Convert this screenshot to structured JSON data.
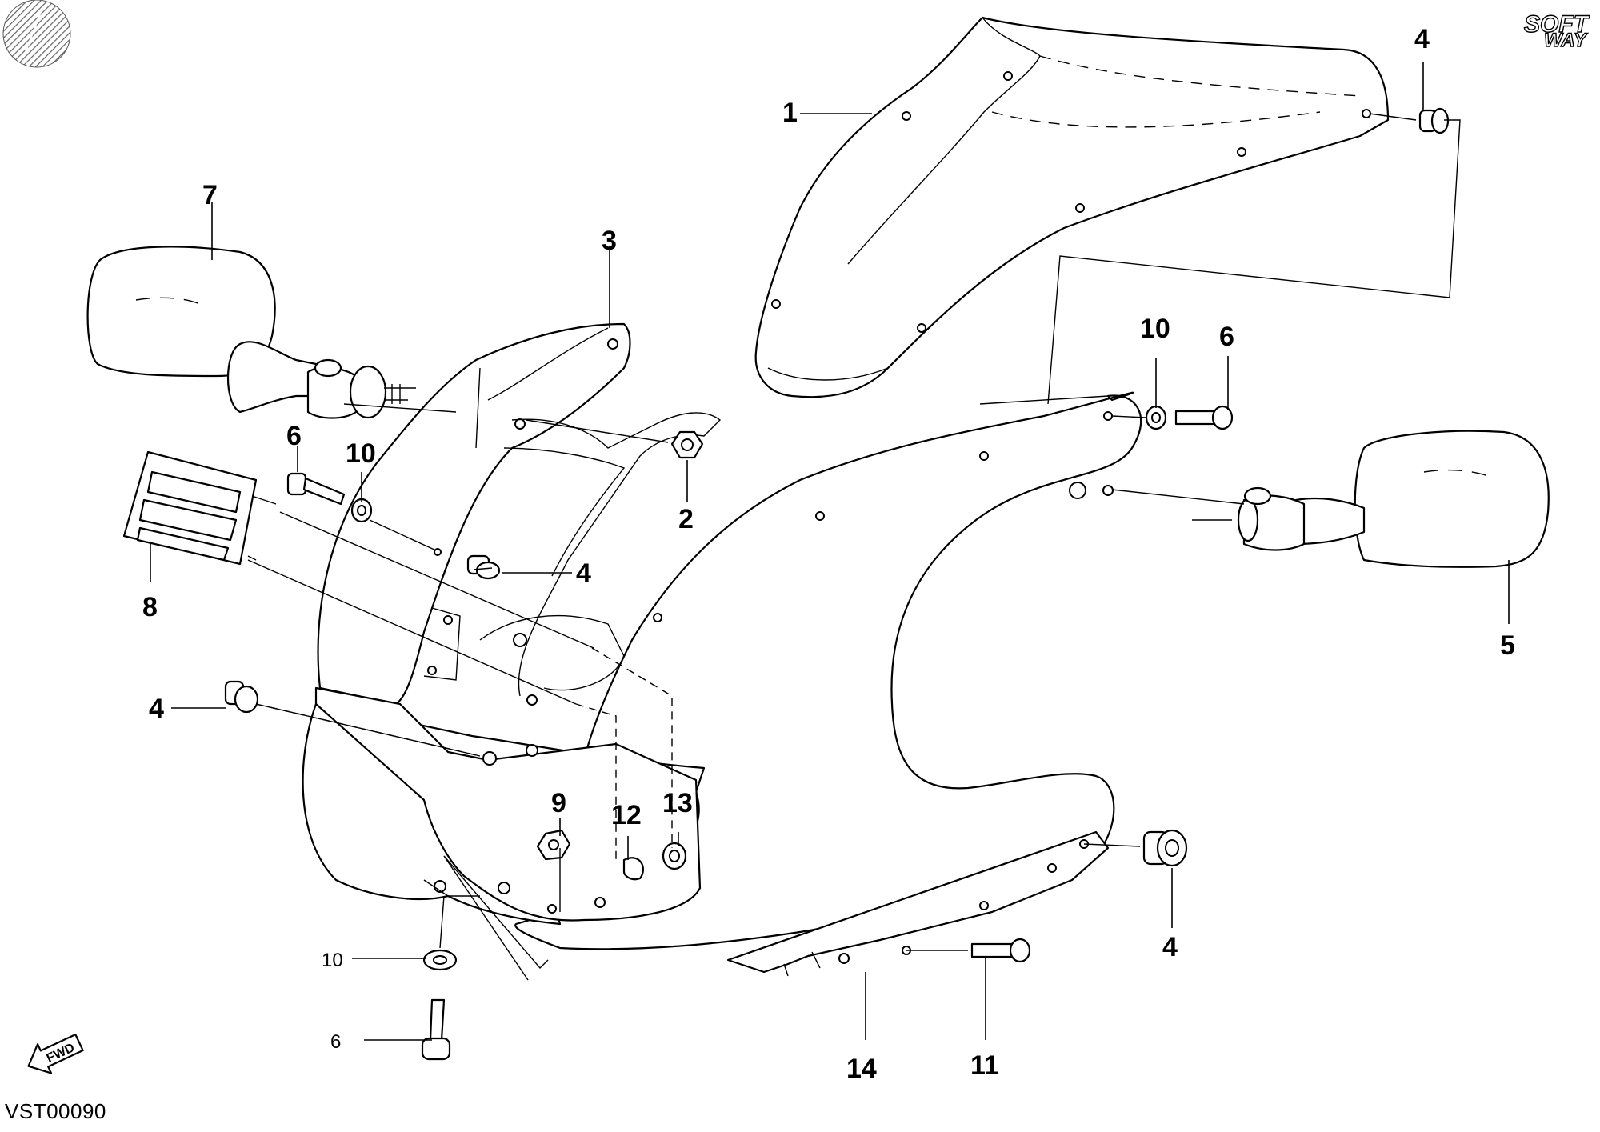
{
  "document": {
    "code": "VST00090",
    "logo_top": "SOFT",
    "logo_bottom": "WAY",
    "fwd_label": "FWD"
  },
  "callouts": {
    "c1": "1",
    "c2": "2",
    "c3": "3",
    "c4_top_right": "4",
    "c4_mid": "4",
    "c4_left": "4",
    "c4_bottom_right": "4",
    "c5": "5",
    "c6_left": "6",
    "c6_right": "6",
    "c6_bottom": "6",
    "c7": "7",
    "c8": "8",
    "c9": "9",
    "c10_left": "10",
    "c10_right": "10",
    "c10_bottom": "10",
    "c11": "11",
    "c12": "12",
    "c13": "13",
    "c14": "14"
  }
}
